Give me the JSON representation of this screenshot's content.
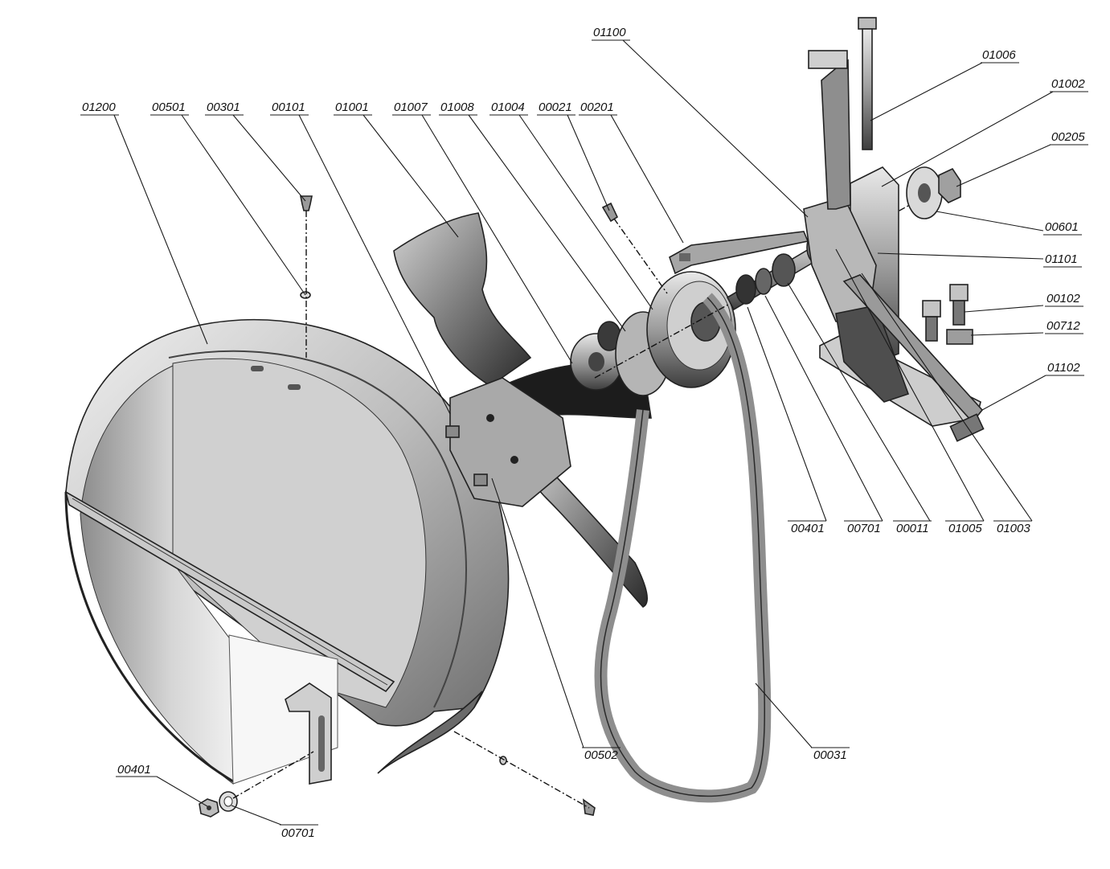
{
  "labels": {
    "l01200": "01200",
    "l00501": "00501",
    "l00301": "00301",
    "l00101": "00101",
    "l01001": "01001",
    "l01007": "01007",
    "l01008": "01008",
    "l01004": "01004",
    "l00021": "00021",
    "l00201": "00201",
    "l01100": "01100",
    "l01006": "01006",
    "l01002": "01002",
    "l00205": "00205",
    "l00601": "00601",
    "l01101": "01101",
    "l00102": "00102",
    "l00712": "00712",
    "l01102": "01102",
    "l00401a": "00401",
    "l00701a": "00701",
    "l00011": "00011",
    "l01005": "01005",
    "l01003": "01003",
    "l00502": "00502",
    "l00031": "00031",
    "l00401b": "00401",
    "l00701b": "00701"
  },
  "colors": {
    "ink": "#111111",
    "housing_light": "#d9d9d9",
    "housing_mid": "#a8a8a8",
    "housing_dark": "#5a5a5a",
    "belt": "#9a9a9a",
    "blade_dark": "#1c1c1c"
  }
}
